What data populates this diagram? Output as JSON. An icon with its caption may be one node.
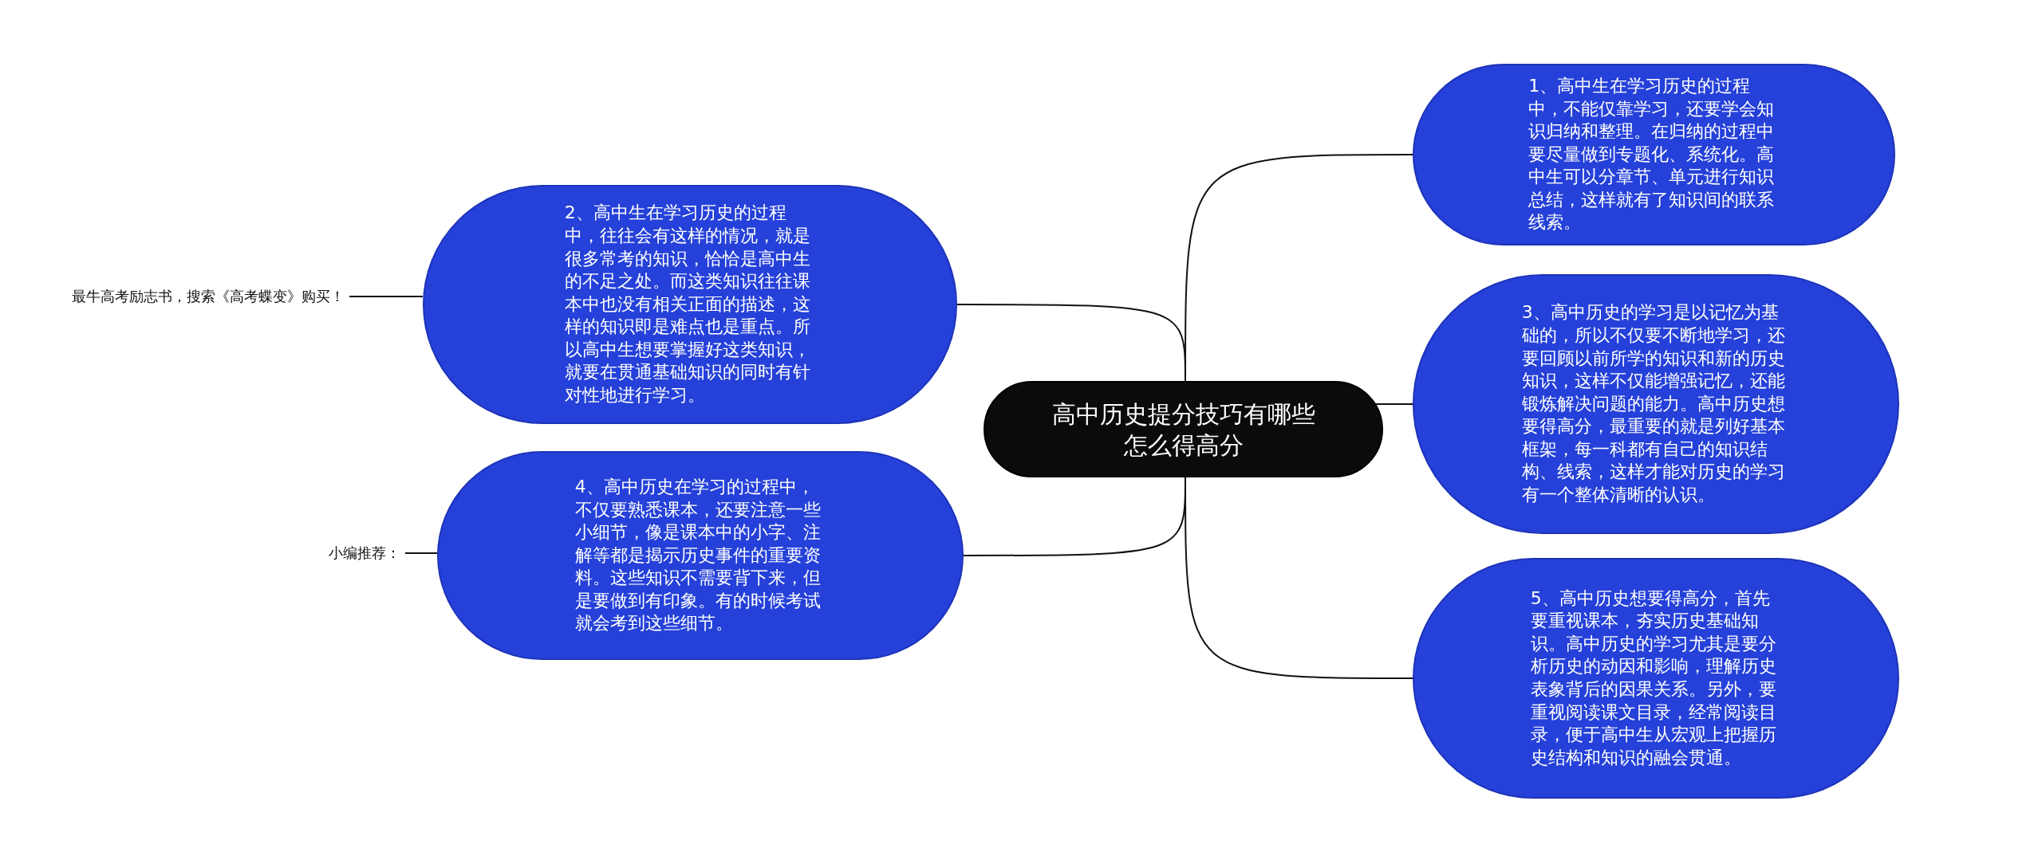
{
  "diagram": {
    "nodes": [
      {
        "text": [
          "高中历史提分技巧有哪些怎么得高分"
        ]
      },
      {
        "text": [
          "1、高中生在学习历史的过程中，不能仅靠学习，还要学会知识归纳和整理。在归纳的过程中要尽量做到专题化、系统化。高中生可以分章节、单元进行知识总结，这样就有了知识间的联系线索。"
        ]
      },
      {
        "text": [
          "2、高中生在学习历史的过程中，往往会有这样的情况，就是很多常考的知识，恰恰是高中生的不足之处。而这类知识往往课本中也没有相关正面的描述，这样的知识即是难点也是重点。所以高中生想要掌握好这类知识，就要在贯通基础知识的同时有针对性地进行学习。"
        ]
      },
      {
        "text": [
          "3、高中历史的学习是以记忆为基础的，所以不仅要不断地学习，还要回顾以前所学的知识和新的历史知识，这样不仅能增强记忆，还能锻炼解决问题的能力。高中历史想要得高分，最重要的就是列好基本框架，每一科都有自己的知识结构、线索，这样才能对历史的学习有一个整体清晰的认识。"
        ]
      },
      {
        "text": [
          "4、高中历史在学习的过程中，不仅要熟悉课本，还要注意一些小细节，像是课本中的小字、注解等都是揭示历史事件的重要资料。这些知识不需要背下来，但是要做到有印象。有的时候考试就会考到这些细节。"
        ]
      },
      {
        "text": [
          "5、高中历史想要得高分，首先要重视课本，夯实历史基础知识。高中历史的学习尤其是要分析历史的动因和影响，理解历史表象背后的因果关系。另外，要重视阅读课文目录，经常阅读目录，便于高中生从宏观上把握历史结构和知识的融会贯通。"
        ]
      },
      {
        "text": [
          "最牛高考励志书，搜索《高考蝶变》购买！"
        ]
      },
      {
        "text": [
          "小编推荐："
        ]
      }
    ],
    "edges": [
      {
        "from": 0,
        "to": 1,
        "arrow": "none"
      },
      {
        "from": 0,
        "to": 2,
        "arrow": "none"
      },
      {
        "from": 0,
        "to": 3,
        "arrow": "none"
      },
      {
        "from": 0,
        "to": 4,
        "arrow": "none"
      },
      {
        "from": 0,
        "to": 5,
        "arrow": "none"
      },
      {
        "from": 2,
        "to": 6,
        "arrow": "none"
      },
      {
        "from": 4,
        "to": 7,
        "arrow": "none"
      }
    ]
  }
}
